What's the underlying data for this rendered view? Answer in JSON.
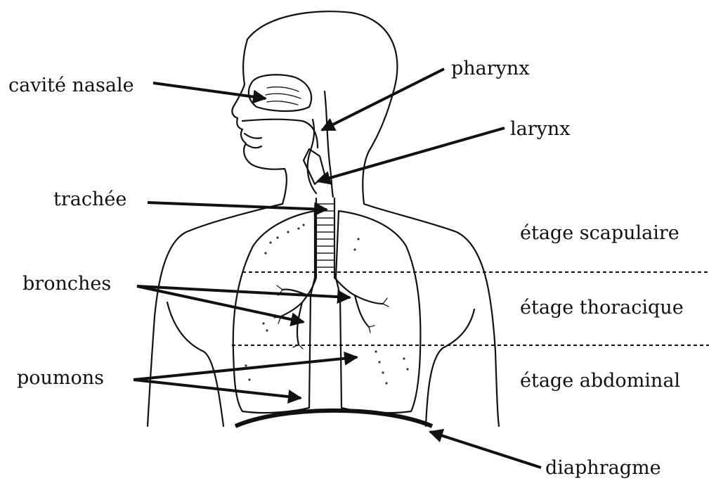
{
  "labels": {
    "nasal_cavity": "cavité nasale",
    "pharynx": "pharynx",
    "larynx": "larynx",
    "trachea": "trachée",
    "bronchi": "bronches",
    "lungs": "poumons",
    "diaphragm": "diaphragme"
  },
  "levels": {
    "scapular": "étage scapulaire",
    "thoracic": "étage thoracique",
    "abdominal": "étage abdominal"
  },
  "colors": {
    "ink": "#111111",
    "background": "#ffffff"
  }
}
